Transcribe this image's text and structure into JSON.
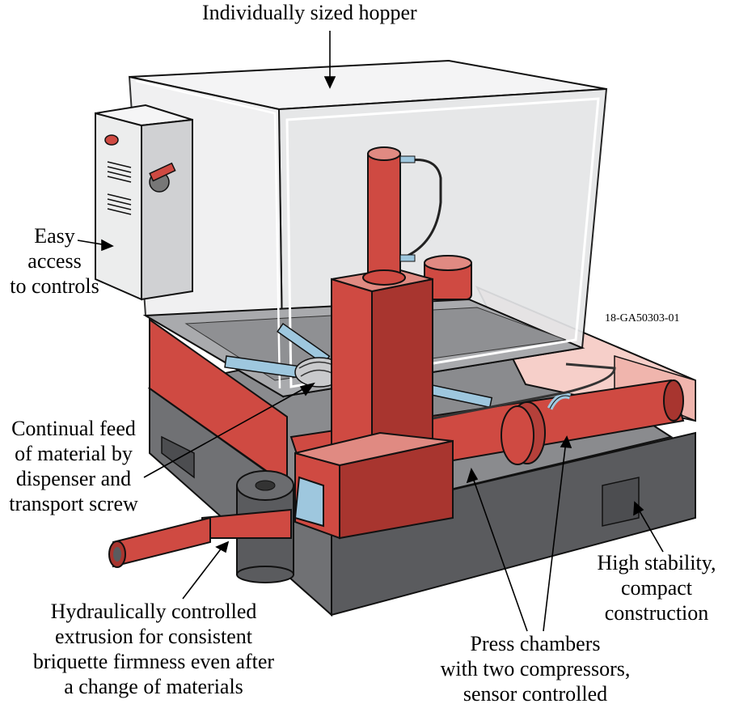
{
  "labels": {
    "hopper": "Individually sized hopper",
    "controls": [
      "Easy",
      "access",
      "to controls"
    ],
    "feed": [
      "Continual feed",
      "of material by",
      "dispenser and",
      "transport screw"
    ],
    "extrusion": [
      "Hydraulically controlled",
      "extrusion for consistent",
      "briquette firmness even after",
      "a change of materials"
    ],
    "press": [
      "Press chambers",
      "with two compressors,",
      "sensor controlled"
    ],
    "stability": [
      "High stability,",
      "compact",
      "construction"
    ]
  },
  "figure_code": "18-GA50303-01",
  "colors": {
    "red": "#cf4a42",
    "red_dark": "#a8352f",
    "red_light": "#e08a82",
    "pink": "#f6cfc9",
    "base_dark": "#5a5b5e",
    "base_mid": "#8a8b8e",
    "hopper_glass": "#e4e5e7",
    "hopper_floor": "#a9aaad",
    "control_box": "#d9dadc",
    "blue": "#9ec7de"
  }
}
